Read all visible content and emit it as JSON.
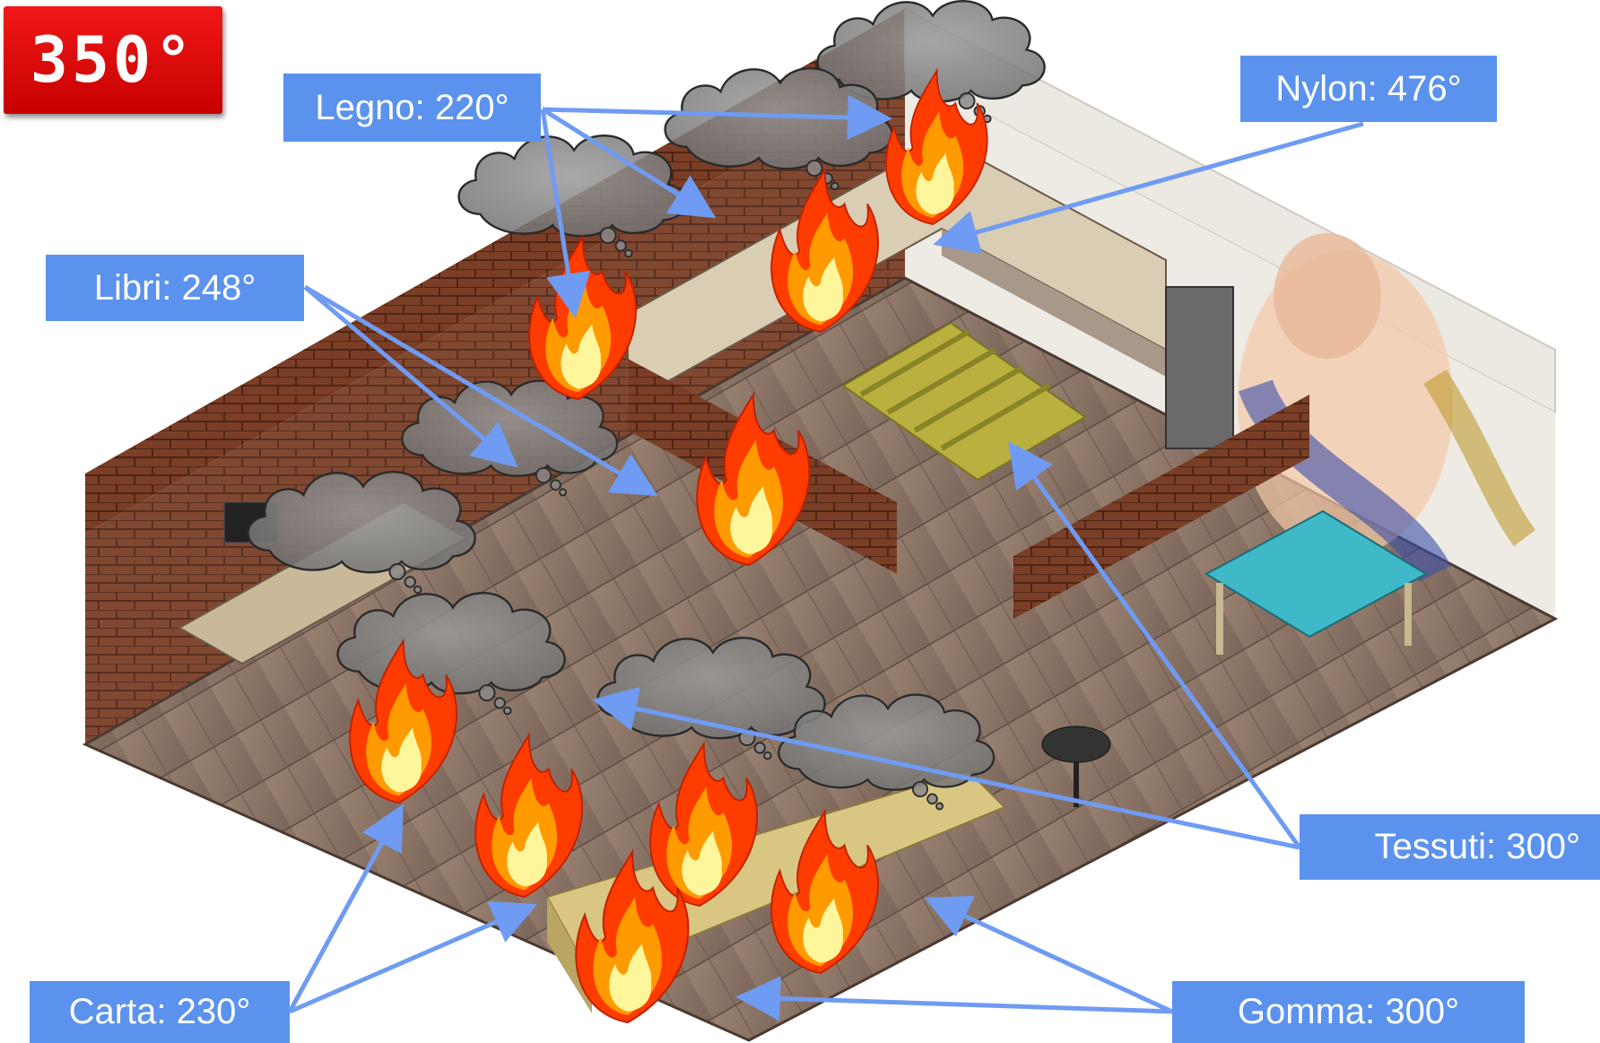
{
  "temperature_badge": {
    "text": "350°",
    "color": "#e00000"
  },
  "labels": {
    "legno": "Legno: 220°",
    "libri": "Libri: 248°",
    "nylon": "Nylon: 476°",
    "tessuti": "Tessuti: 300°",
    "carta": "Carta: 230°",
    "gomma": "Gomma: 300°"
  },
  "colors": {
    "label_bg": "#5b92ee",
    "arrow": "#6f9bf2",
    "smoke": "#7d7d7d",
    "fire_outer": "#ff3c00",
    "fire_mid": "#ff9a00",
    "fire_core": "#fff59a",
    "floor": "#8c7566",
    "brick": "#7a3e26",
    "wall_light": "#ece8e2"
  }
}
